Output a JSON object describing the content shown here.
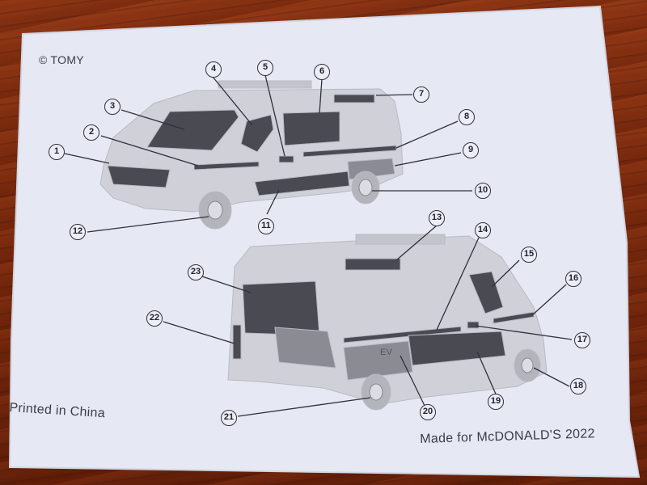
{
  "sheet": {
    "copyright": "© TOMY",
    "printed": "Printed in China",
    "made_for": "Made for McDONALD'S 2022"
  },
  "callouts": [
    {
      "number": "1"
    },
    {
      "number": "2"
    },
    {
      "number": "3"
    },
    {
      "number": "4"
    },
    {
      "number": "5"
    },
    {
      "number": "6"
    },
    {
      "number": "7"
    },
    {
      "number": "8"
    },
    {
      "number": "9"
    },
    {
      "number": "10"
    },
    {
      "number": "11"
    },
    {
      "number": "12"
    },
    {
      "number": "13"
    },
    {
      "number": "14"
    },
    {
      "number": "15"
    },
    {
      "number": "16"
    },
    {
      "number": "17"
    },
    {
      "number": "18"
    },
    {
      "number": "19"
    },
    {
      "number": "20"
    },
    {
      "number": "21"
    },
    {
      "number": "22"
    },
    {
      "number": "23"
    }
  ],
  "van_top": {
    "panel_text": "",
    "badge_text": ""
  },
  "van_bottom": {
    "door_text": "",
    "ev_text": "EV"
  },
  "colors": {
    "paper": "#e6e8f3",
    "wood": "#7a2a0e",
    "van_body": "#cfd0d8",
    "sticker": "#4a4b52",
    "ink": "#2f303a"
  }
}
